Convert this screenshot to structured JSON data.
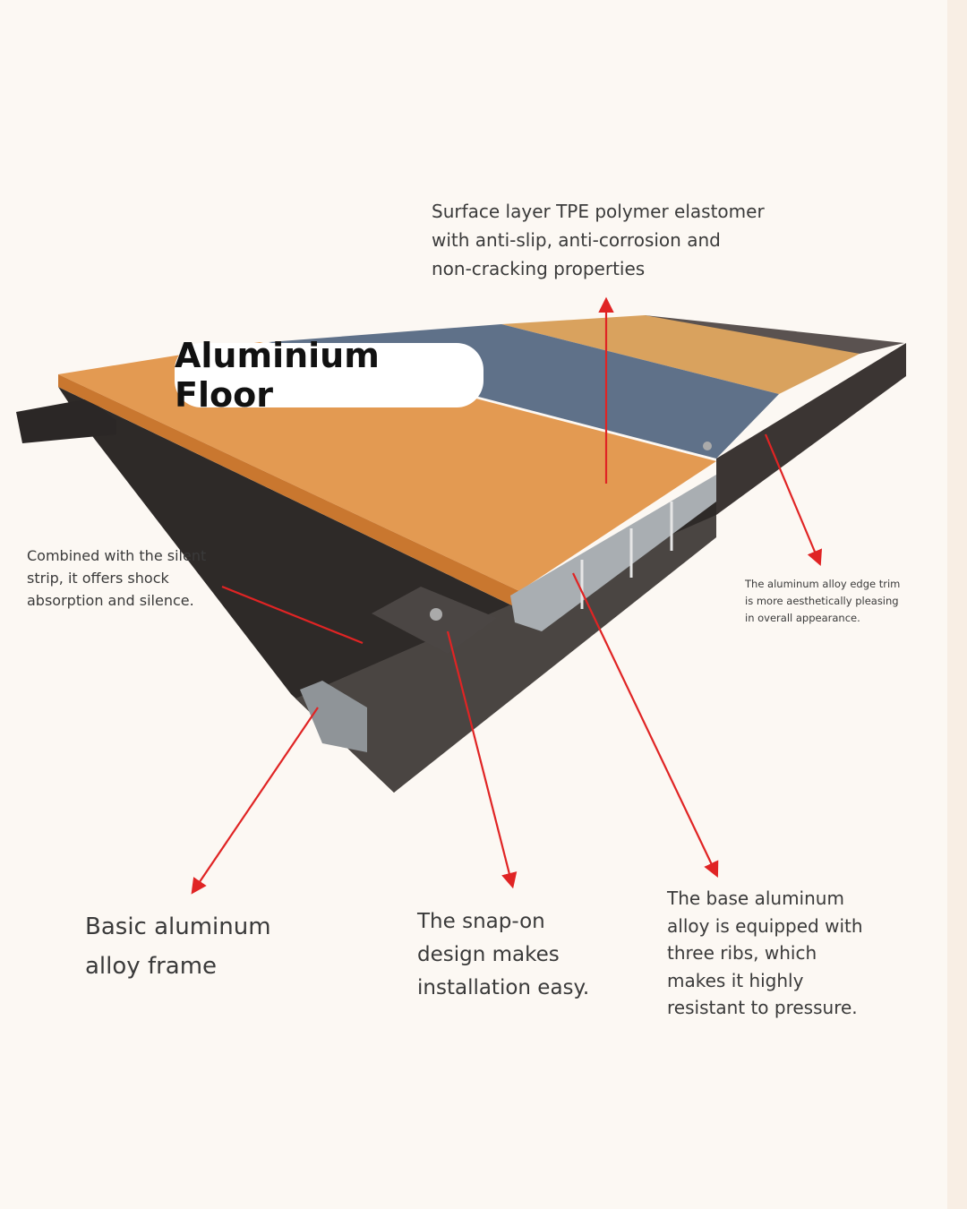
{
  "title": "Aluminium Floor",
  "labels": {
    "surface": "Surface layer TPE polymer elastomer\nwith anti-slip, anti-corrosion and\nnon-cracking properties",
    "silent_strip": "Combined with the silent\nstrip, it offers shock\nabsorption and silence.",
    "edge_trim": "The aluminum alloy edge trim\nis more aesthetically pleasing\nin overall appearance.",
    "frame": "Basic aluminum\nalloy frame",
    "snap_on": "The snap-on\ndesign makes\ninstallation easy.",
    "ribs": "The base aluminum\nalloy is equipped with\nthree ribs, which\nmakes it highly\nresistant to pressure."
  },
  "colors": {
    "arrow": "#e02424",
    "background": "#fcf8f3",
    "plank": "#e39a52",
    "stripe": "#5f7189"
  }
}
